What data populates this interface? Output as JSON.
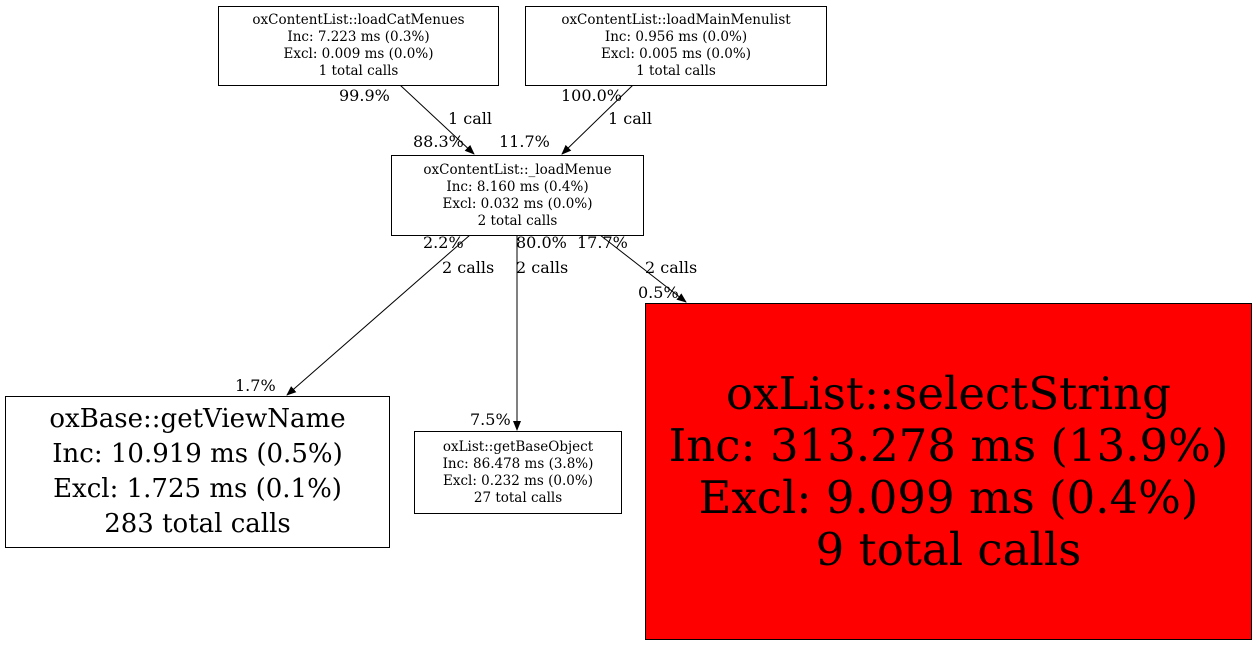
{
  "nodes": {
    "loadCatMenues": {
      "name": "oxContentList::loadCatMenues",
      "inc": "Inc: 7.223 ms (0.3%)",
      "excl": "Excl: 0.009 ms (0.0%)",
      "calls": "1 total calls"
    },
    "loadMainMenulist": {
      "name": "oxContentList::loadMainMenulist",
      "inc": "Inc: 0.956 ms (0.0%)",
      "excl": "Excl: 0.005 ms (0.0%)",
      "calls": "1 total calls"
    },
    "loadMenue": {
      "name": "oxContentList::_loadMenue",
      "inc": "Inc: 8.160 ms (0.4%)",
      "excl": "Excl: 0.032 ms (0.0%)",
      "calls": "2 total calls"
    },
    "getViewName": {
      "name": "oxBase::getViewName",
      "inc": "Inc: 10.919 ms (0.5%)",
      "excl": "Excl: 1.725 ms (0.1%)",
      "calls": "283 total calls"
    },
    "getBaseObject": {
      "name": "oxList::getBaseObject",
      "inc": "Inc: 86.478 ms (3.8%)",
      "excl": "Excl: 0.232 ms (0.0%)",
      "calls": "27 total calls"
    },
    "selectString": {
      "name": "oxList::selectString",
      "inc": "Inc: 313.278 ms (13.9%)",
      "excl": "Excl: 9.099 ms (0.4%)",
      "calls": "9 total calls",
      "fill": "#ff0000"
    }
  },
  "edges": [
    {
      "from": "loadCatMenues",
      "to": "loadMenue",
      "tail": "99.9%",
      "label": "1 call",
      "head": "88.3%"
    },
    {
      "from": "loadMainMenulist",
      "to": "loadMenue",
      "tail": "100.0%",
      "label": "1 call",
      "head": "11.7%"
    },
    {
      "from": "loadMenue",
      "to": "getViewName",
      "tail": "2.2%",
      "label": "2 calls",
      "head": "1.7%"
    },
    {
      "from": "loadMenue",
      "to": "getBaseObject",
      "tail": "80.0%",
      "label": "2 calls",
      "head": "7.5%"
    },
    {
      "from": "loadMenue",
      "to": "selectString",
      "tail": "17.7%",
      "label": "2 calls",
      "head": "0.5%"
    }
  ]
}
